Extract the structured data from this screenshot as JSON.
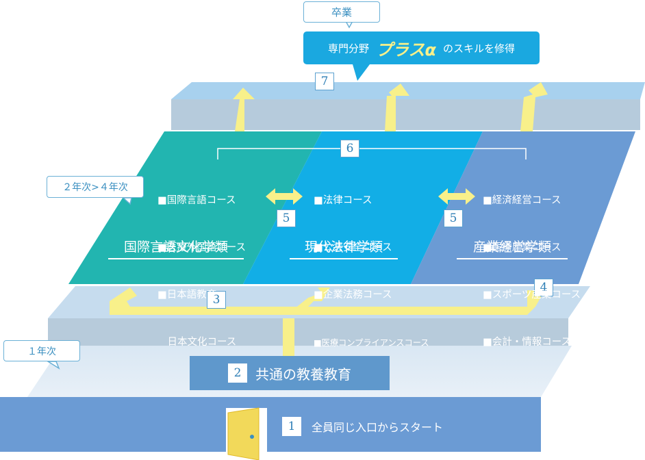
{
  "graduation": {
    "label": "卒業",
    "skill_prefix": "専門分野",
    "skill_highlight": "プラスα",
    "skill_suffix": "のスキルを修得"
  },
  "year_labels": {
    "upper": "２年次>４年次",
    "first": "１年次"
  },
  "steps": {
    "s1": "1",
    "s2": "2",
    "s3": "3",
    "s4": "4",
    "s5a": "5",
    "s5b": "5",
    "s6": "6",
    "s7": "7"
  },
  "faculties": [
    {
      "name": "国際言語文化学類",
      "courses": [
        "■国際言語コース",
        "■医療外国語コース",
        "■日本語教育・",
        "　日本文化コース"
      ],
      "color": "#22b5b0"
    },
    {
      "name": "現代法律学類",
      "courses": [
        "■法律コース",
        "■公共安全コース",
        "■企業法務コース",
        "■医療コンプライアンスコース"
      ],
      "color": "#12aee6"
    },
    {
      "name": "産業経営学類",
      "courses": [
        "■経済経営コース",
        "■医療産業コース",
        "■スポーツ産業コース",
        "■会計・情報コース"
      ],
      "color": "#5b91d1"
    }
  ],
  "common_education": "共通の教養教育",
  "entrance": "全員同じ入口からスタート",
  "colors": {
    "arrow": "#f8f08a",
    "graduation_banner": "#1aa8e0",
    "bottom_bar": "#6b9bd4",
    "common_box": "#5f98cc"
  }
}
